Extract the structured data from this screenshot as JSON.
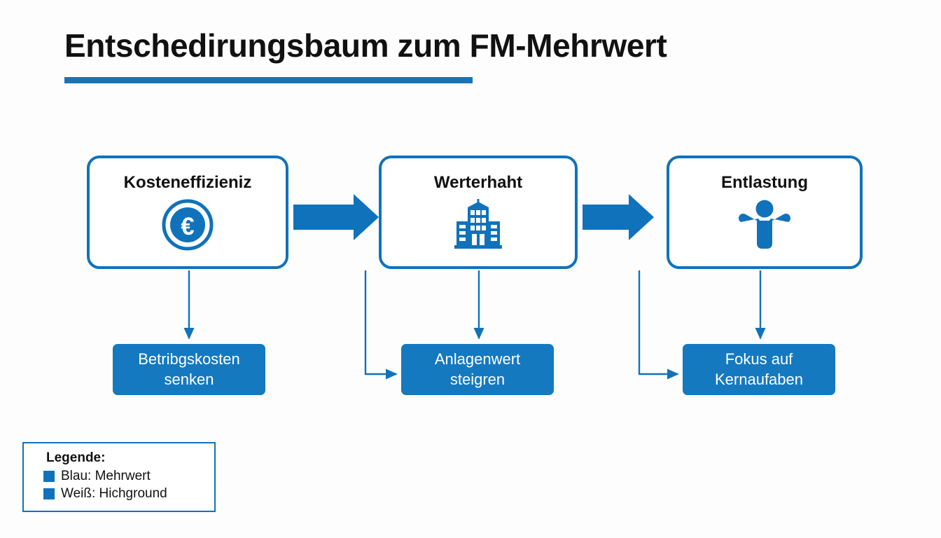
{
  "slide": {
    "title": "Entschedirungsbaum zum FM-Mehrwert",
    "background_color": "#fdfdfd",
    "accent_color": "#1072ba",
    "rule_color": "#1874b4",
    "fill_blue": "#1579c0"
  },
  "stages": [
    {
      "id": "kosteneffizieniz",
      "label": "Kosteneffizieniz",
      "icon": "euro-coin-icon"
    },
    {
      "id": "werterhaht",
      "label": "Werterhaht",
      "icon": "office-building-icon"
    },
    {
      "id": "entlastung",
      "label": "Entlastung",
      "icon": "person-arms-raised-icon"
    }
  ],
  "outcomes": [
    {
      "id": "betribgskosten",
      "line1": "Betribgskosten",
      "line2": "senken"
    },
    {
      "id": "anlagenwert",
      "line1": "Anlagenwert",
      "line2": "steigren"
    },
    {
      "id": "fokus",
      "line1": "Fokus auf",
      "line2": "Kernaufaben"
    }
  ],
  "flow_arrows": [
    {
      "id": "arrow-kosteneffizieniz-to-werterhaht",
      "icon": "block-arrow-right-icon"
    },
    {
      "id": "arrow-werterhaht-to-entlastung",
      "icon": "block-arrow-right-icon"
    }
  ],
  "connectors": [
    {
      "id": "kosteneffizieniz-to-betribgskosten",
      "icon": "arrow-down-icon"
    },
    {
      "id": "kosteneffizieniz-to-anlagenwert",
      "icon": "elbow-arrow-icon"
    },
    {
      "id": "werterhaht-to-anlagenwert",
      "icon": "arrow-down-icon"
    },
    {
      "id": "werterhaht-to-fokus",
      "icon": "elbow-arrow-icon"
    },
    {
      "id": "entlastung-to-fokus",
      "icon": "arrow-down-icon"
    }
  ],
  "legend": {
    "title": "Legende:",
    "items": [
      {
        "color": "#1072ba",
        "label": "Blau: Mehrwert"
      },
      {
        "color": "#1072ba",
        "label": "Weiß: Hichground"
      }
    ]
  }
}
